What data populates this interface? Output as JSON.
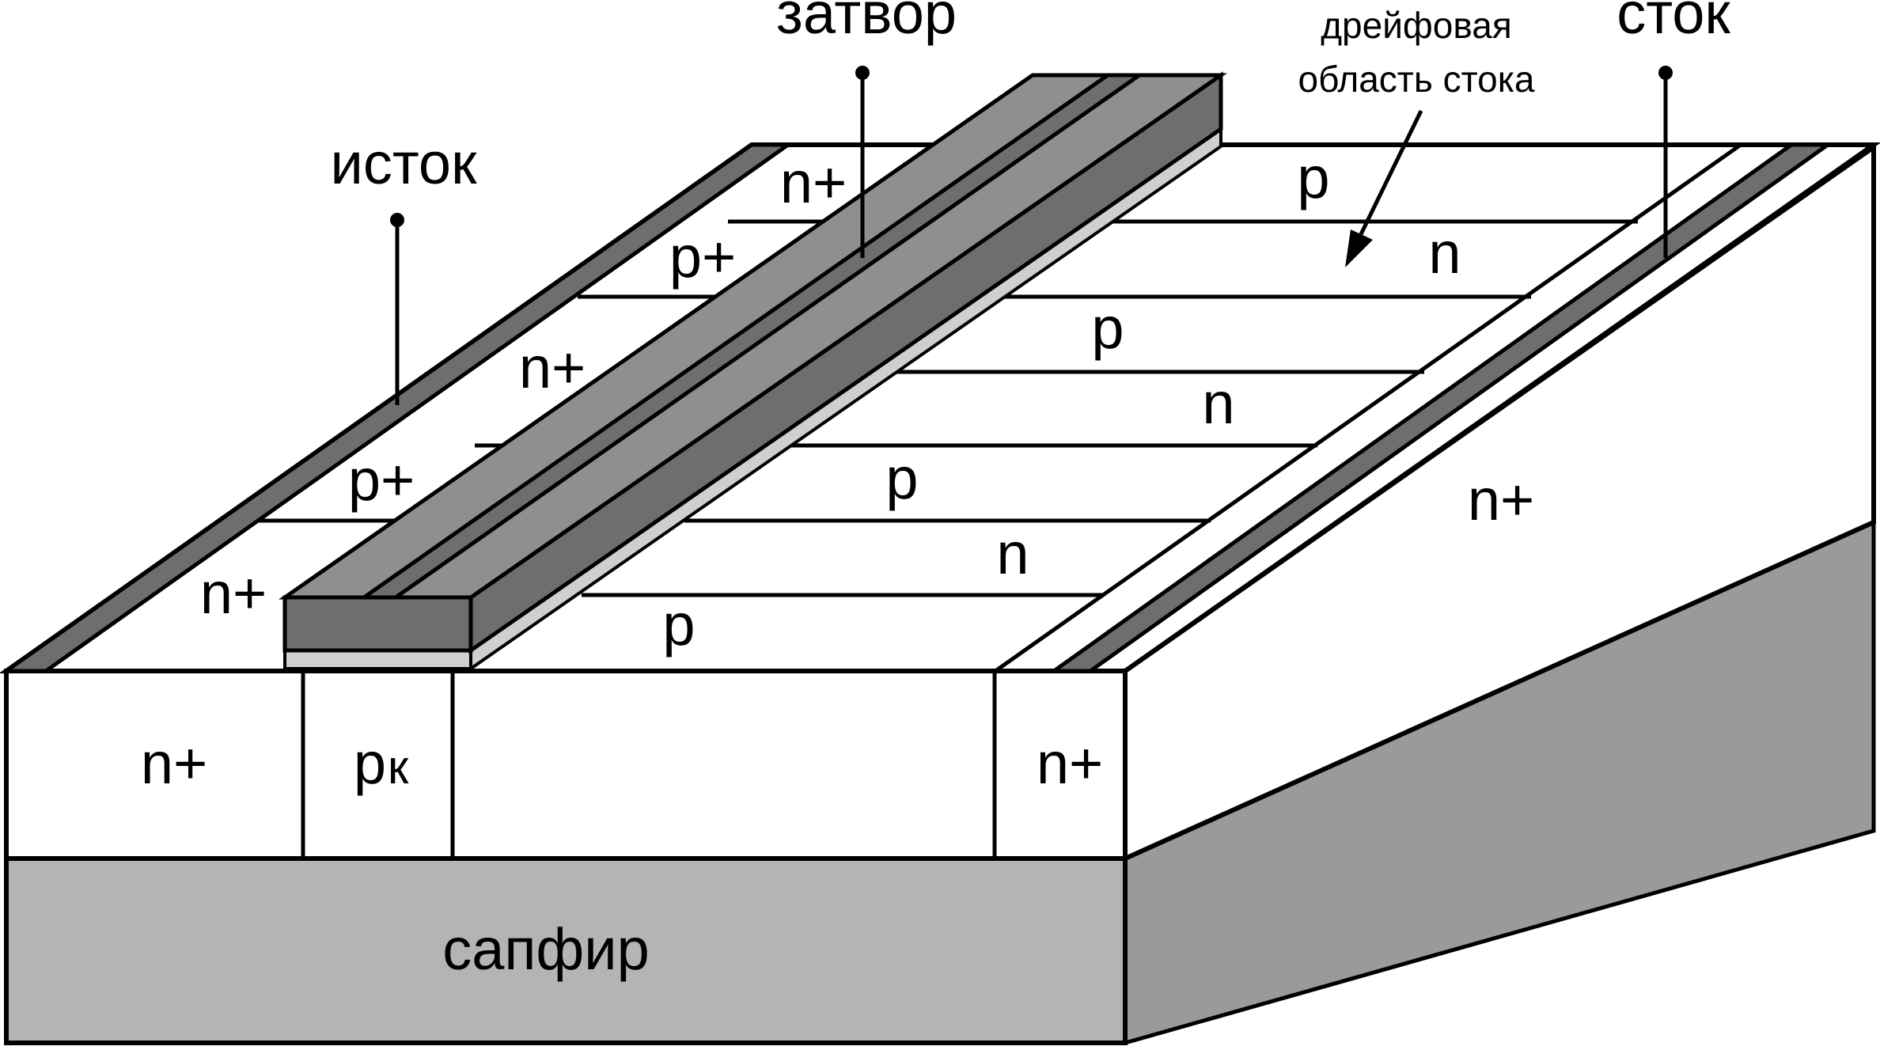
{
  "labels": {
    "gate": "затвор",
    "drift_region": "дрейфовая область стока",
    "drift_line1": "дрейфовая",
    "drift_line2": "область стока",
    "source": "исток",
    "drain": "сток",
    "substrate": "сапфир",
    "front_source": "n+",
    "front_channel": "p",
    "front_channel_sub": "к",
    "front_drain": "n+",
    "side_drain": "n+"
  },
  "source_strips": [
    "n+",
    "p+",
    "n+",
    "p+",
    "n+"
  ],
  "drift_strips": [
    "p",
    "n",
    "p",
    "n",
    "p",
    "n",
    "p"
  ],
  "colors": {
    "substrate_front": "#b4b4b4",
    "substrate_side": "#9a9a9a",
    "gate_top": "#8f8f8f",
    "gate_dark": "#6e6e6e",
    "gate_oxide": "#cfcfcf",
    "contact_stripe": "#6e6e6e",
    "silicon": "#ffffff",
    "outline": "#000000"
  }
}
